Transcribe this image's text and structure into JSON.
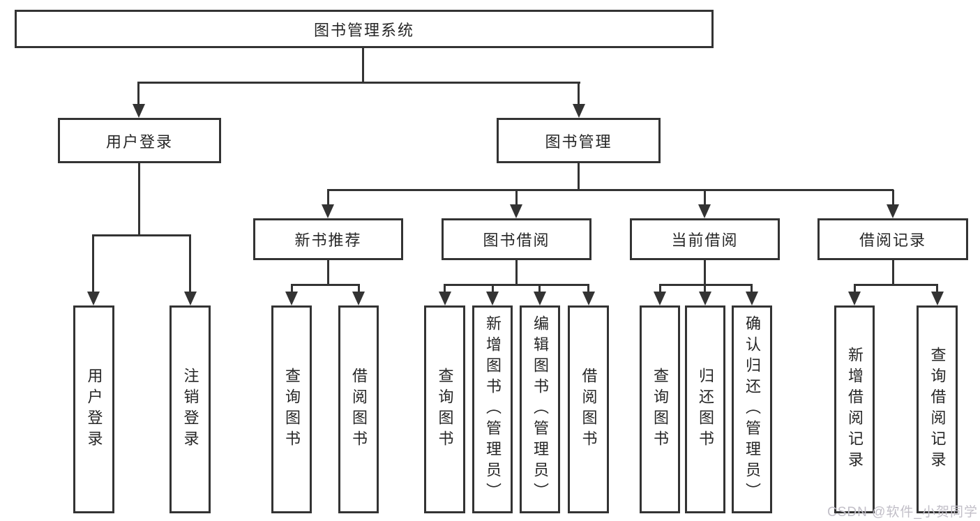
{
  "diagram": {
    "root": {
      "label": "图书管理系统"
    },
    "branches": [
      {
        "label": "用户登录",
        "children": [
          {
            "label": "用户登录"
          },
          {
            "label": "注销登录"
          }
        ]
      },
      {
        "label": "图书管理",
        "children": [
          {
            "label": "新书推荐",
            "children": [
              {
                "label": "查询图书"
              },
              {
                "label": "借阅图书"
              }
            ]
          },
          {
            "label": "图书借阅",
            "children": [
              {
                "label": "查询图书"
              },
              {
                "label": "新增图书（管理员）"
              },
              {
                "label": "编辑图书（管理员）"
              },
              {
                "label": "借阅图书"
              }
            ]
          },
          {
            "label": "当前借阅",
            "children": [
              {
                "label": "查询图书"
              },
              {
                "label": "归还图书"
              },
              {
                "label": "确认归还（管理员）"
              }
            ]
          },
          {
            "label": "借阅记录",
            "children": [
              {
                "label": "新增借阅记录"
              },
              {
                "label": "查询借阅记录"
              }
            ]
          }
        ]
      }
    ],
    "watermark": "CSDN @软件_小贺同学",
    "colors": {
      "line": "#333333",
      "text": "#262626",
      "box_background": "#ffffff",
      "page_background": "#ffffff",
      "watermark": "#c2bfc8"
    }
  }
}
